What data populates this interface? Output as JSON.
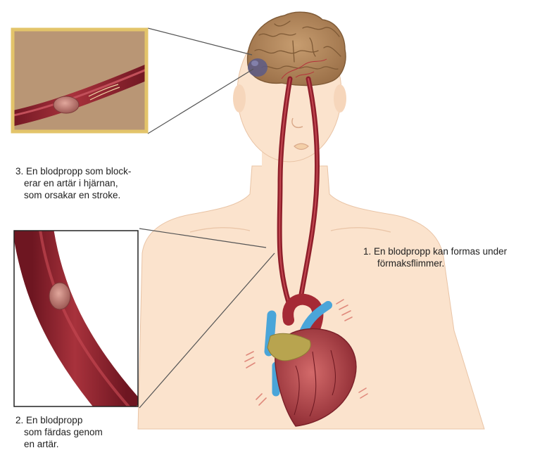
{
  "captions": {
    "step1": {
      "lines": [
        "1.  En blodpropp kan formas under",
        "förmaksflimmer."
      ]
    },
    "step2": {
      "lines": [
        "2. En blodpropp",
        "som färdas genom",
        "en artär."
      ]
    },
    "step3": {
      "lines": [
        "3. En blodpropp som block-",
        "erar en artär i hjärnan,",
        "som orsakar en stroke."
      ]
    }
  },
  "colors": {
    "skin": "#fbe3cd",
    "skin_outline": "#e9c4a6",
    "artery": "#9c2a33",
    "artery_dark": "#6e1621",
    "clot": "#c98a82",
    "brain": "#b98c61",
    "brain_dark": "#7f5a36",
    "stroke_spot": "#5c5a86",
    "inset3_frame": "#e3c46a",
    "inset3_bg": "#b99675",
    "inset2_frame": "#222222",
    "vein_blue": "#4aa5d9",
    "heart_fat": "#b8a44f",
    "vibration": "#e08a7d"
  },
  "icons": [
    "brain-icon",
    "heart-icon",
    "blood-clot-icon",
    "artery-icon",
    "vibration-marks-icon"
  ]
}
